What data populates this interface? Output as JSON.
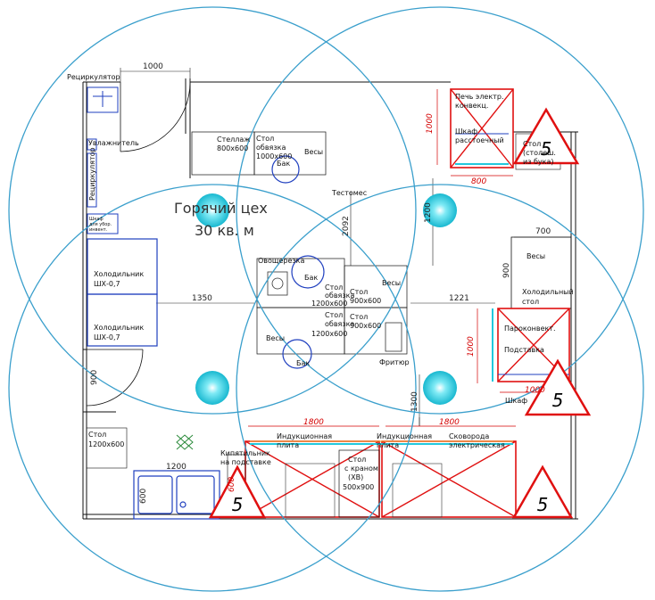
{
  "room": {
    "title": "Горячий цех",
    "area": "30 кв. м"
  },
  "dimensions": {
    "top_door": "1000",
    "mid_left": "1350",
    "mid_right": "1221",
    "oven_side": "1000",
    "oven_bottom": "800",
    "right_top": "700",
    "right_side": "900",
    "kombi_side": "1000",
    "kombi_bottom": "1000",
    "center_vert": "2092",
    "center_vert2": "1200",
    "left_vert": "900",
    "bottom_vert": "1300",
    "bottom_left": "1800",
    "bottom_right": "1800",
    "sink_width": "1200",
    "sink_depth": "600",
    "kettle_side": "600"
  },
  "labels": {
    "recirculator_top": "Рециркулятор",
    "recirculator_side": "Рециркулятор",
    "dehumidifier": "Увлажнитель",
    "cabinet_l1": "Шкаф",
    "cabinet_l2": "для убор.",
    "cabinet_l3": "инвент.",
    "fridge1_l1": "Холодильник",
    "fridge1_l2": "ШХ-0,7",
    "fridge2_l1": "Холодильник",
    "fridge2_l2": "ШХ-0,7",
    "rack_l1": "Стеллаж",
    "rack_l2": "800х600",
    "table_top_l1": "Стол",
    "table_top_l2": "обвязка",
    "table_top_l3": "1000х600",
    "scales_top": "Весы",
    "tank_top": "Бак",
    "dough_mixer": "Тестомес",
    "veg_cutter": "Овощерезка",
    "tank_mid": "Бак",
    "table_mid1_l1": "Стол",
    "table_mid1_l2": "обвязка",
    "table_mid1_l3": "1200х600",
    "table_mid2_l1": "Стол",
    "table_mid2_l2": "900х600",
    "scales_mid": "Весы",
    "table_mid3_l1": "Стол",
    "table_mid3_l2": "обвязка",
    "table_mid3_l3": "1200х600",
    "table_mid4_l1": "Стол",
    "table_mid4_l2": "900х600",
    "scales_low": "Весы",
    "tank_low": "Бак",
    "fryer": "Фритюр",
    "oven_l1": "Печь электр.",
    "oven_l2": "конвекц.",
    "proof_l1": "Шкаф",
    "proof_l2": "расстоечный",
    "table_beech_l1": "Стол",
    "table_beech_l2": "(столеш.",
    "table_beech_l3": "из бука)",
    "scales_right": "Весы",
    "cold_table_l1": "Холодильный",
    "cold_table_l2": "стол",
    "kombi": "Пароконвект.",
    "stand": "Подставка",
    "cabinet_right": "Шкаф",
    "table_left_l1": "Стол",
    "table_left_l2": "1200х600",
    "kettle_l1": "Кипятильник",
    "kettle_l2": "на подставке",
    "induction1_l1": "Индукционная",
    "induction1_l2": "плита",
    "induction2_l1": "Индукционная",
    "induction2_l2": "плита",
    "frying_pan_l1": "Сковорода",
    "frying_pan_l2": "электрическая",
    "table_sink_l1": "Стол",
    "table_sink_l2": "с краном",
    "table_sink_l3": "(ХВ)",
    "table_sink_l4": "500х900"
  },
  "warnings": {
    "marker": "5"
  },
  "colors": {
    "coverage_circle": "#3a9fcc",
    "lamp": "#22c8dd",
    "equipment": "#1f3fbf",
    "hot_equipment": "#e01010",
    "warning": "#e01010"
  }
}
